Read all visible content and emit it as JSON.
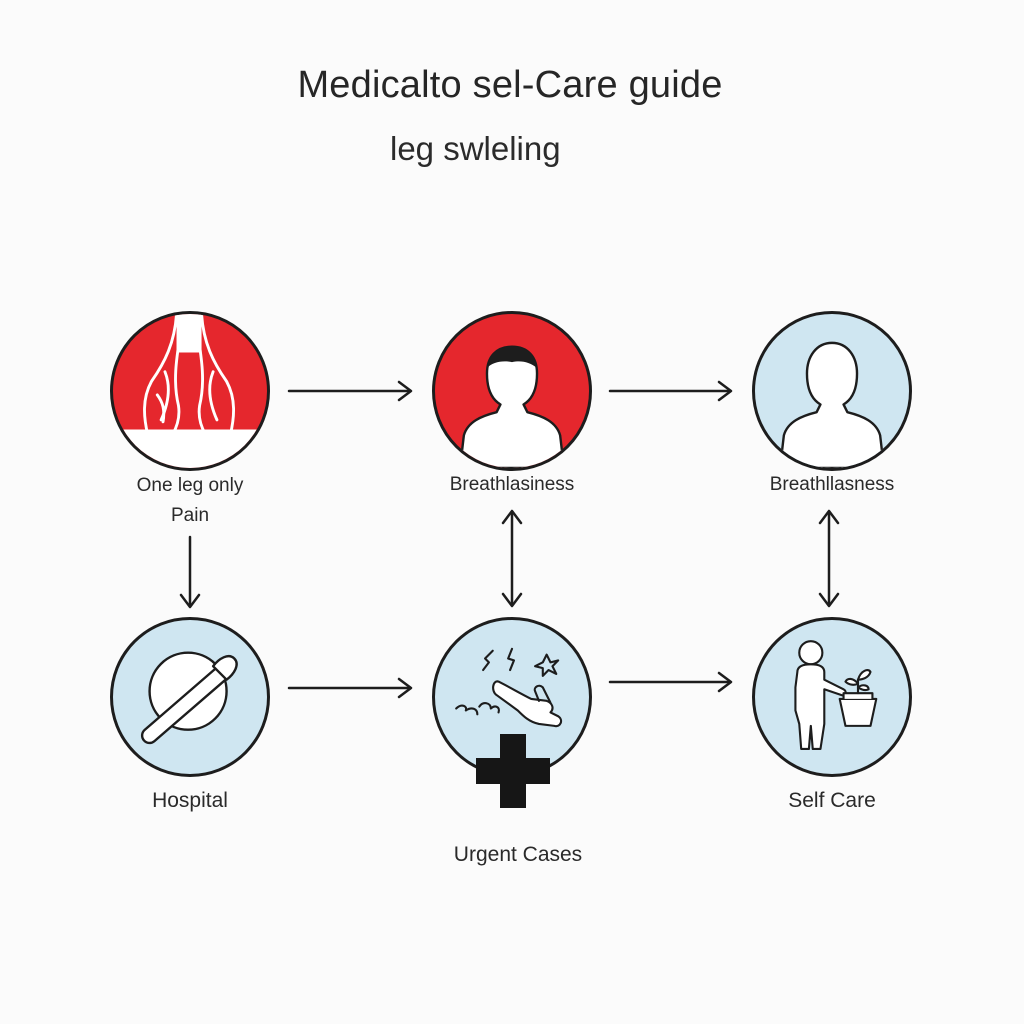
{
  "header": {
    "title": "Medicalto sel-Care guide",
    "subtitle": "leg swleling"
  },
  "nodes": {
    "one_leg": {
      "label_line1": "One leg only",
      "label_line2": "Pain",
      "color": "#e5272d"
    },
    "breath_urgent": {
      "label": "Breathlasiness",
      "color": "#e5272d"
    },
    "breath_self": {
      "label": "Breathllasness",
      "color": "#cfe6f1"
    },
    "hospital": {
      "label": "Hospital",
      "color": "#cfe6f1"
    },
    "urgent": {
      "label": "Urgent Cases",
      "color": "#cfe6f1"
    },
    "self_care": {
      "label": "Self Care",
      "color": "#cfe6f1"
    }
  },
  "icons": {
    "one_leg": "leg-veins-icon",
    "breath_urgent": "person-bust-icon",
    "breath_self": "person-bust-icon",
    "hospital": "plate-spoon-icon",
    "urgent": "hand-pain-icon",
    "self_care": "person-plant-icon",
    "urgent_badge": "medical-cross-icon"
  }
}
